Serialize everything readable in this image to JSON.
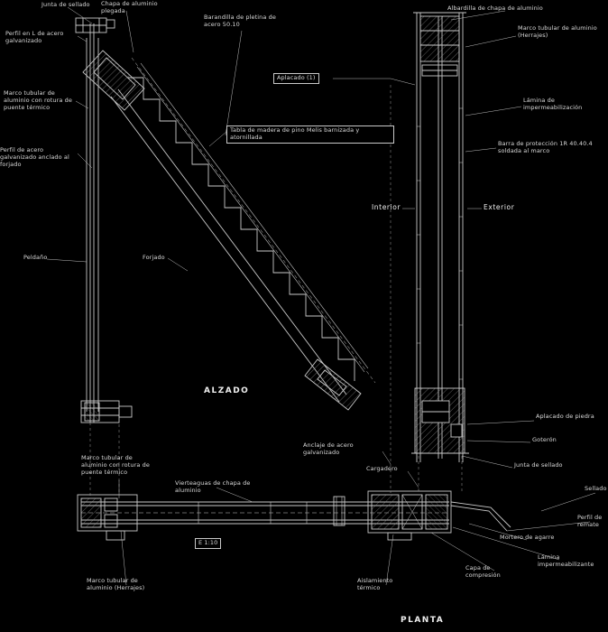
{
  "drawing": {
    "views": {
      "elevation": "ALZADO",
      "plan": "PLANTA",
      "interior": "Interior",
      "exterior": "Exterior"
    },
    "annotations": [
      {
        "id": "sealant-joint-top",
        "text": "Junta de sellado"
      },
      {
        "id": "folded-aluminium-sheet-top",
        "text": "Chapa de aluminio plegada"
      },
      {
        "id": "handrail-flat-bar",
        "text": "Barandilla de pletina de acero 50.10"
      },
      {
        "id": "l-profile-galvanized",
        "text": "Perfil en L de acero galvanizado"
      },
      {
        "id": "cladding-ref",
        "text": "Aplacado (1)"
      },
      {
        "id": "aluminium-frame-left",
        "text": "Marco tubular de aluminio con rotura de puente térmico"
      },
      {
        "id": "galvanized-profile-anchor",
        "text": "Perfil de acero galvanizado anclado al forjado"
      },
      {
        "id": "wood-board",
        "text": "Tabla de madera de pino Melis barnizada y atornillada"
      },
      {
        "id": "step",
        "text": "Peldaño"
      },
      {
        "id": "slab",
        "text": "Forjado"
      },
      {
        "id": "top-capping",
        "text": "Albardilla de chapa de aluminio"
      },
      {
        "id": "frame-right",
        "text": "Marco tubular de aluminio (Herrajes)"
      },
      {
        "id": "waterproof-membrane-right",
        "text": "Lámina de impermeabilización"
      },
      {
        "id": "protection-bar",
        "text": "Barra de protección 1R 40.40.4 soldada al marco"
      },
      {
        "id": "stone-cladding",
        "text": "Aplacado de piedra"
      },
      {
        "id": "drip",
        "text": "Goterón"
      },
      {
        "id": "sealant-joint-right",
        "text": "Junta de sellado"
      },
      {
        "id": "anchor",
        "text": "Anclaje de acero galvanizado"
      },
      {
        "id": "lintel",
        "text": "Cargadero"
      },
      {
        "id": "frame-bottom-left",
        "text": "Marco tubular de aluminio con rotura de puente térmico"
      },
      {
        "id": "sill-flashing",
        "text": "Vierteaguas de chapa de aluminio"
      },
      {
        "id": "scale-ref",
        "text": "E 1:10"
      },
      {
        "id": "frame-hardware",
        "text": "Marco tubular de aluminio (Herrajes)"
      },
      {
        "id": "thermal-insulation",
        "text": "Aislamiento térmico"
      },
      {
        "id": "compression-layer",
        "text": "Capa de compresión"
      },
      {
        "id": "waterproof-sheet-bottom",
        "text": "Lámina impermeabilizante"
      },
      {
        "id": "edge-trim",
        "text": "Perfil de remate"
      },
      {
        "id": "bedding-mortar",
        "text": "Mortero de agarre"
      },
      {
        "id": "sealing",
        "text": "Sellado"
      }
    ],
    "colors": {
      "background": "#000000",
      "line": "#c8c8c8",
      "text": "#d9d9d9"
    }
  }
}
